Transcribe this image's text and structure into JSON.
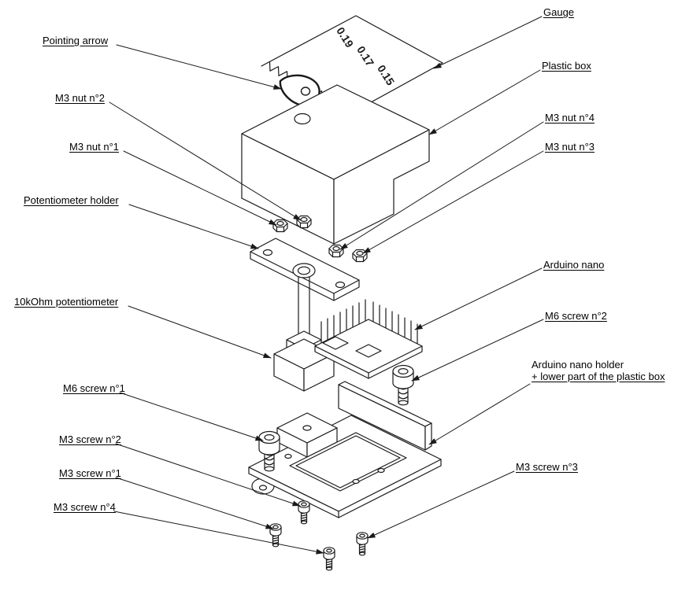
{
  "colors": {
    "line": "#1a1a1a",
    "background": "#ffffff"
  },
  "gauge": {
    "markings": [
      "0.19",
      "0.17",
      "0.15"
    ]
  },
  "labels": {
    "pointing_arrow": "Pointing arrow",
    "m3_nut_2": "M3 nut n°2",
    "m3_nut_1": "M3 nut n°1",
    "potentiometer_holder": "Potentiometer holder",
    "potentiometer_10k": "10kOhm potentiometer",
    "m6_screw_1": "M6 screw n°1",
    "m3_screw_2": "M3 screw n°2",
    "m3_screw_1": "M3 screw n°1",
    "m3_screw_4": "M3  screw n°4",
    "gauge": "Gauge",
    "plastic_box": "Plastic box",
    "m3_nut_4": "M3 nut n°4",
    "m3_nut_3": "M3 nut n°3",
    "arduino_nano": "Arduino nano",
    "m6_screw_2": "M6 screw n°2",
    "arduino_holder_line1": "Arduino nano holder",
    "arduino_holder_line2": "+ lower part of the plastic box",
    "m3_screw_3": "M3 screw n°3"
  }
}
